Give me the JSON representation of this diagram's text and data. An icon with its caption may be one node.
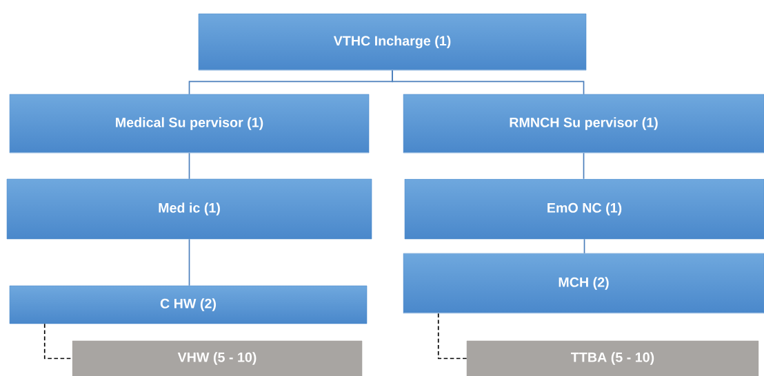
{
  "diagram": {
    "nodes": [
      {
        "text": [
          "VTHC  Incharge (1)"
        ]
      },
      {
        "text": [
          "Medical Su pervisor (1)"
        ]
      },
      {
        "text": [
          "RMNCH Su pervisor (1)"
        ]
      },
      {
        "text": [
          "Med ic (1)"
        ]
      },
      {
        "text": [
          "EmO NC (1)"
        ]
      },
      {
        "text": [
          "C HW (2)"
        ]
      },
      {
        "text": [
          "MCH (2)"
        ]
      },
      {
        "text": [
          "VHW (5 - 10)"
        ]
      },
      {
        "text": [
          "TTBA (5 - 10)"
        ]
      }
    ],
    "edges": [
      {
        "from": 0,
        "to": 1,
        "arrow": "none"
      },
      {
        "from": 0,
        "to": 2,
        "arrow": "none"
      },
      {
        "from": 1,
        "to": 3,
        "arrow": "none"
      },
      {
        "from": 2,
        "to": 4,
        "arrow": "none"
      },
      {
        "from": 3,
        "to": 5,
        "arrow": "none"
      },
      {
        "from": 4,
        "to": 6,
        "arrow": "none"
      },
      {
        "from": 5,
        "to": 7,
        "arrow": "none",
        "style": "dashed",
        "color": "#000000"
      },
      {
        "from": 6,
        "to": 8,
        "arrow": "none",
        "style": "dashed",
        "color": "#000000"
      }
    ]
  }
}
